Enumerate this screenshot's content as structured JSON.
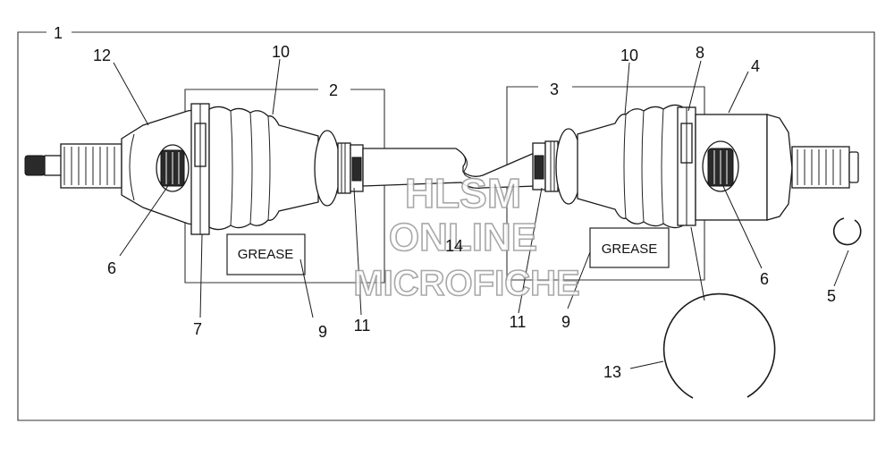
{
  "callouts": {
    "c1": "1",
    "c2": "2",
    "c3": "3",
    "c4": "4",
    "c5": "5",
    "c6_left": "6",
    "c6_right": "6",
    "c7": "7",
    "c8": "8",
    "c9_left": "9",
    "c9_right": "9",
    "c10_left": "10",
    "c10_right": "10",
    "c11_left": "11",
    "c11_right": "11",
    "c12": "12",
    "c13": "13",
    "c14": "14"
  },
  "labels": {
    "grease_left": "GREASE",
    "grease_right": "GREASE"
  },
  "watermark": {
    "line1": "HLSM",
    "line2": "ONLINE",
    "line3": "MICROFICHE"
  }
}
